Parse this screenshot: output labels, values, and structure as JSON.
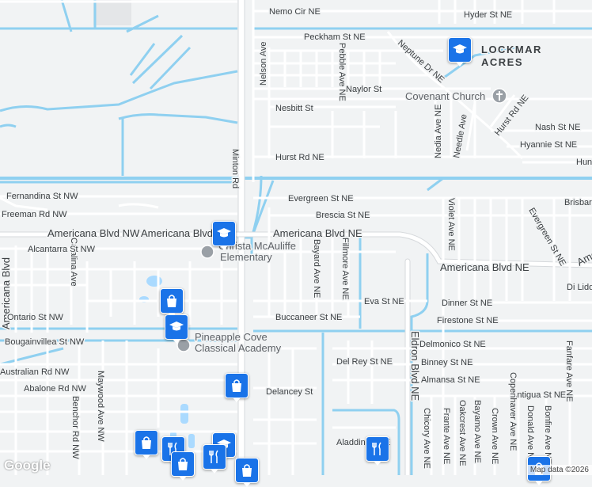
{
  "map": {
    "area_label_line1": "LOCKMAR",
    "area_label_line2": "ACRES",
    "poi_church": "Covenant Church",
    "poi_school1_line1": "Christa McAuliffe",
    "poi_school1_line2": "Elementary",
    "poi_school2_line1": "Pineapple Cove",
    "poi_school2_line2": "Classical Academy",
    "streets": {
      "nemo": "Nemo Cir NE",
      "hyder": "Hyder St NE",
      "peckham": "Peckham St NE",
      "nelson": "Nelson Ave",
      "pebble": "Pebble Ave NE",
      "neptune": "Neptune Dr NE",
      "naylor": "Naylor St",
      "nesbitt": "Nesbitt St",
      "nedia": "Nedia Ave NE",
      "needle": "Needle Ave",
      "hurst_rd": "Hurst Rd NE",
      "hurst_rd2": "Hurst Rd NE",
      "nash": "Nash St NE",
      "hyannie": "Hyannie St NE",
      "hun": "Hun",
      "minton": "Minton Rd",
      "fernandina": "Fernandina St NW",
      "freeman": "Freeman Rd NW",
      "evergreen": "Evergreen St NE",
      "brescia": "Brescia St NE",
      "brisbane": "Brisbar",
      "americana_nw1": "Americana Blvd NW",
      "americana_nw2": "Americana Blvd",
      "americana_ne": "Americana Blvd NE",
      "americana_ne2": "Americana Blvd NE",
      "americana_ne3": "Ame",
      "evergreen2": "Evergreen St NE",
      "violet": "Violet Ave NE",
      "catalina": "Catalina Ave",
      "alcantarra": "Alcantarra St NW",
      "americana_vert": "Americana Blvd",
      "bayard": "Bayard Ave NE",
      "fillmore": "Fillmore Ave NE",
      "di_lido": "Di Lido",
      "eva": "Eva St NE",
      "dinner": "Dinner St NE",
      "ontario": "Ontario St NW",
      "buccaneer": "Buccaneer St NE",
      "firestone": "Firestone St NE",
      "bougainvillea": "Bougainvillea St NW",
      "delmonico": "Delmonico St NE",
      "eldron": "Eldron Blvd NE",
      "del_rey": "Del Rey St NE",
      "binney": "Binney St NE",
      "australian": "Australian Rd NW",
      "almansa": "Almansa St NE",
      "abalone": "Abalone Rd NW",
      "delancey": "Delancey St",
      "antigua": "Antigua St NE",
      "fanfare": "Fanfare Ave NE",
      "benchor": "Benchor Rd NW",
      "maywood": "Maywood Ave NW",
      "aladdin": "Aladdin St NE",
      "chicory": "Chicory Ave NE",
      "frante": "Frante Ave NE",
      "oakcrest": "Oakcrest Ave NE",
      "bayamo": "Bayamo Ave NE",
      "crown": "Crown Ave NE",
      "copenhaver": "Copenhaver Ave NE",
      "donald": "Donald Ave NE",
      "bonfire": "Bonfire Ave NE"
    },
    "google_logo": "Google",
    "attribution": "Map data ©2026"
  },
  "colors": {
    "background": "#f1f3f4",
    "road": "#ffffff",
    "road_outline": "#d6d9dc",
    "water": "#aadaff",
    "canal": "#8fd0f0",
    "pin_blue": "#1a73e8",
    "park": "#c9e7c9"
  },
  "icons": {
    "school": "mortarboard-icon",
    "shopping": "shopping-bag-icon",
    "restaurant": "fork-knife-icon",
    "church": "cross-icon"
  }
}
